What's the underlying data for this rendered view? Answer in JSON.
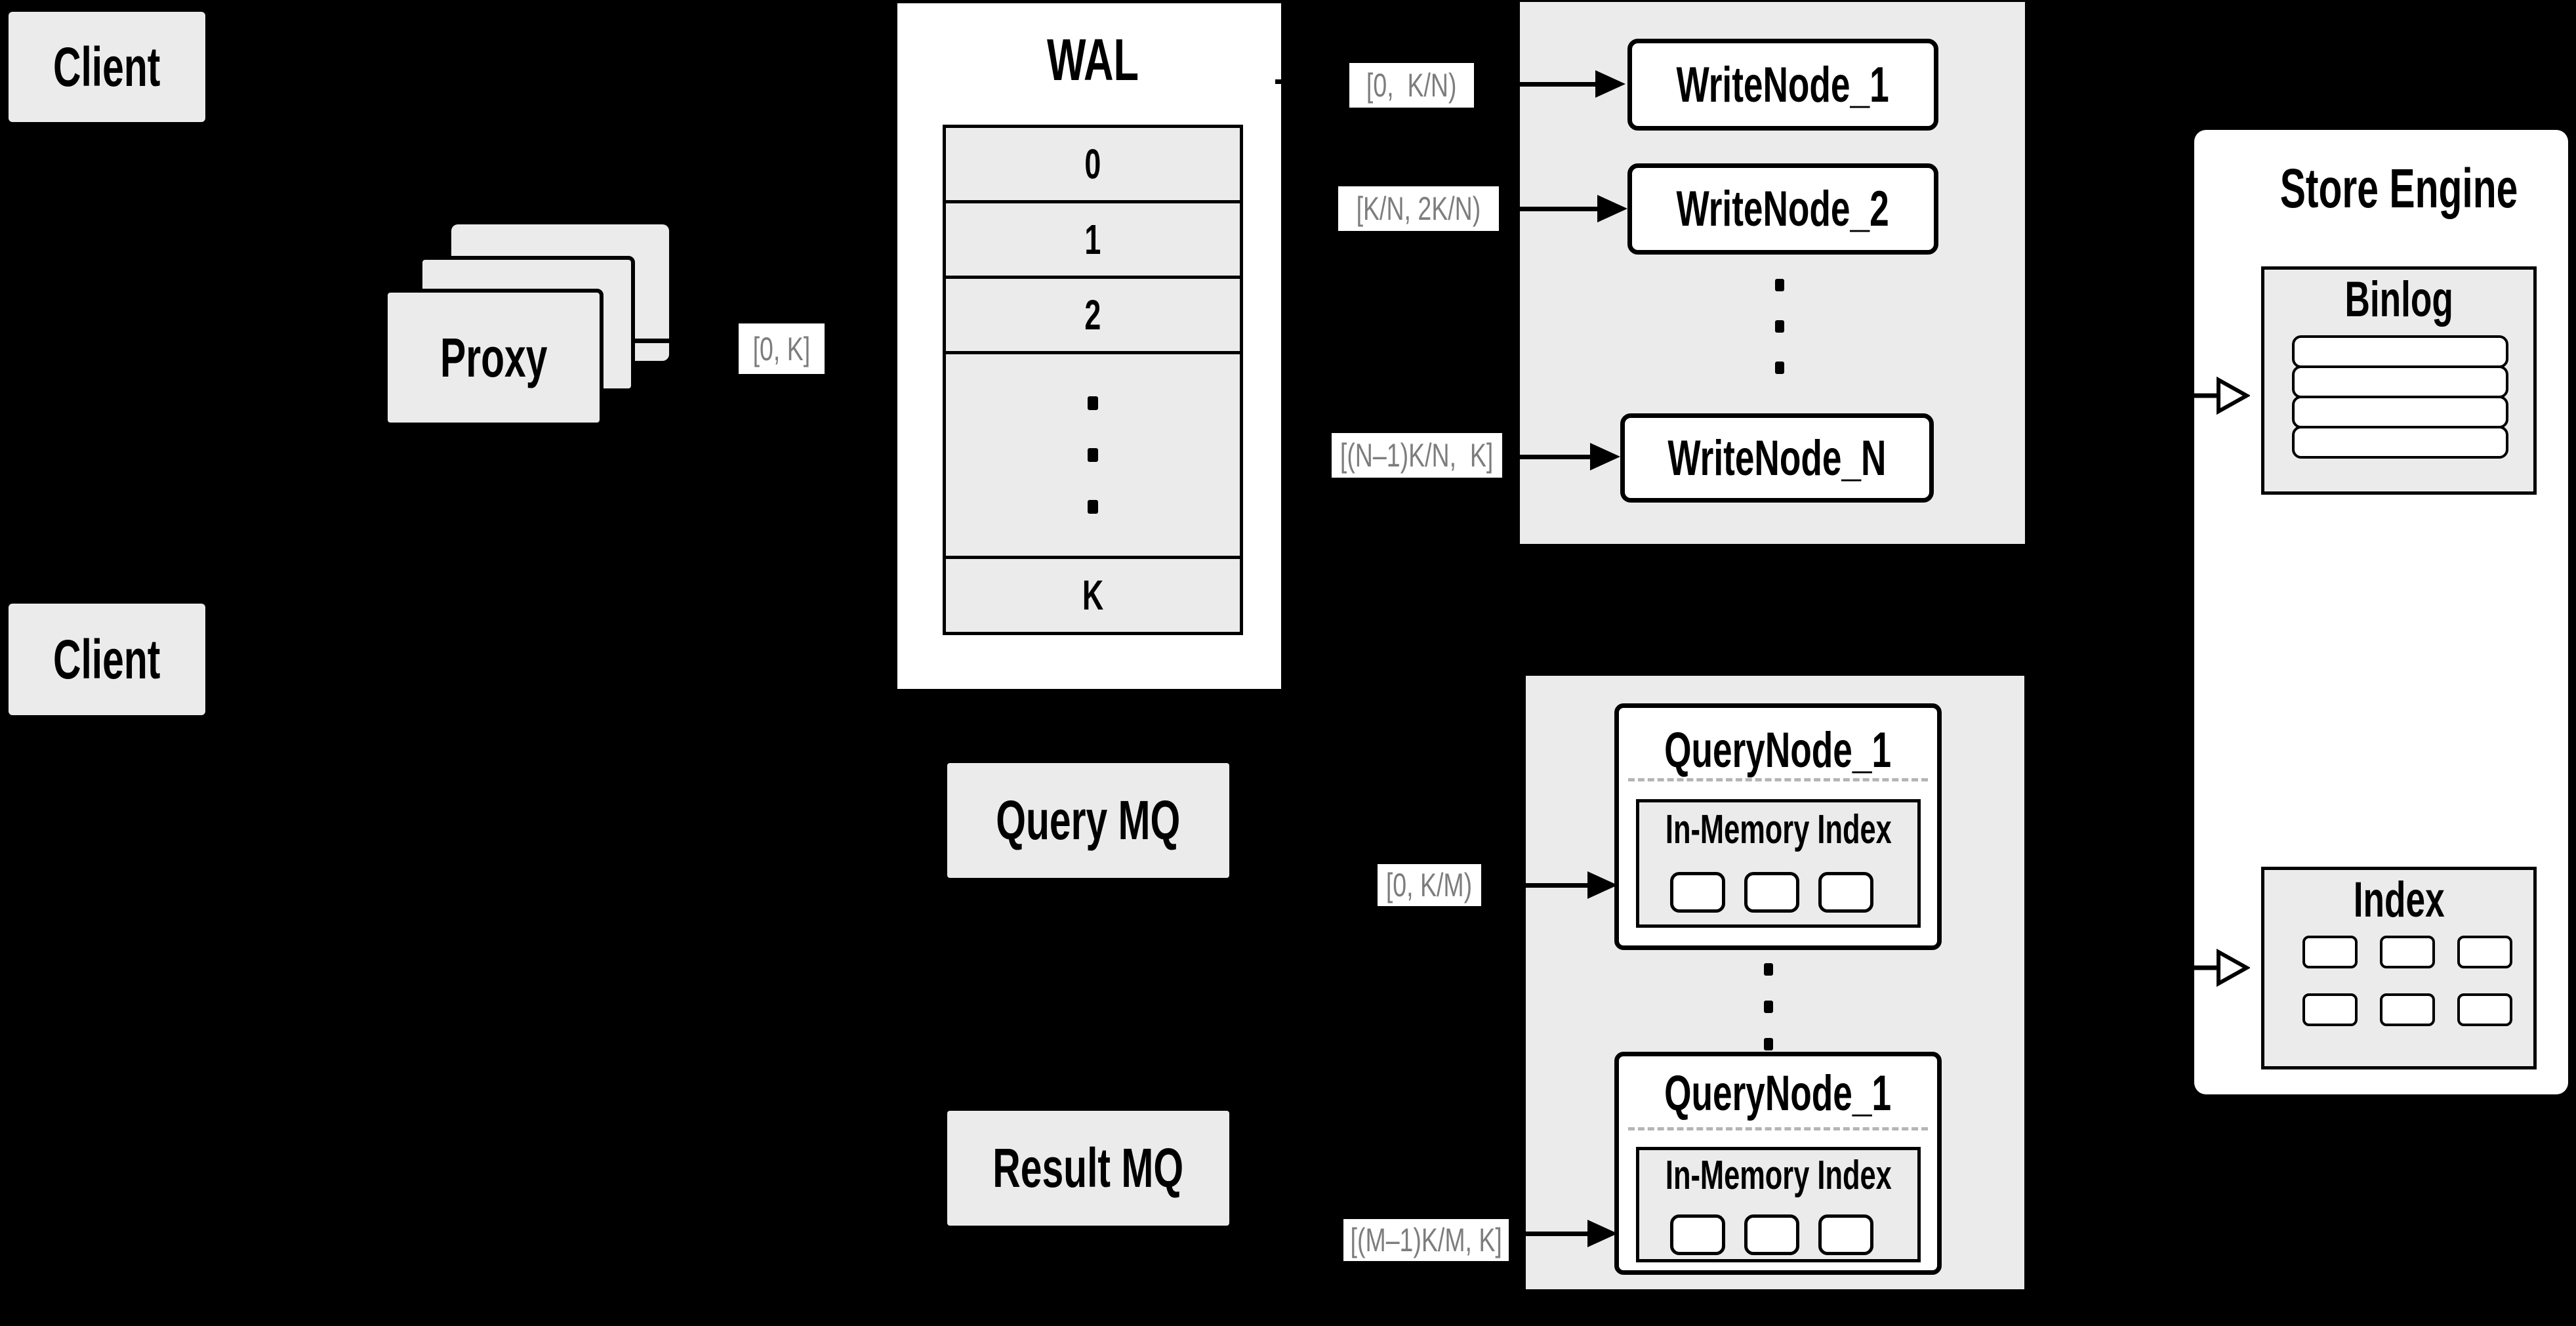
{
  "clients": {
    "top_label": "Client",
    "bottom_label": "Client"
  },
  "proxy": {
    "label": "Proxy",
    "stack_count": 3
  },
  "wal": {
    "title": "WAL",
    "rows": [
      {
        "label": "0"
      },
      {
        "label": "1"
      },
      {
        "label": "2"
      },
      {
        "dots": 3
      },
      {
        "label": "K"
      }
    ]
  },
  "ranges": {
    "proxy_to_wal": "[0, K]",
    "wal_to_write_1": "[0,  K/N)",
    "wal_to_write_2": "[K/N, 2K/N)",
    "wal_to_write_n": "[(N–1)K/N,  K]",
    "query_mq_to_query_1": "[0, K/M)",
    "query_mq_to_query_m": "[(M–1)K/M, K]"
  },
  "write_nodes": {
    "node_1": "WriteNode_1",
    "node_2": "WriteNode_2",
    "node_n": "WriteNode_N",
    "dots": 3
  },
  "store_engine": {
    "title": "Store Engine",
    "binlog": {
      "title": "Binlog",
      "row_count": 4
    },
    "index": {
      "title": "Index",
      "cell_count": 6
    }
  },
  "query_nodes": {
    "dots": 3,
    "node_top": {
      "title": "QueryNode_1",
      "inner_title": "In-Memory Index",
      "cell_count": 3
    },
    "node_bottom": {
      "title": "QueryNode_1",
      "inner_title": "In-Memory Index",
      "cell_count": 3
    }
  },
  "mq": {
    "query_label": "Query MQ",
    "result_label": "Result MQ"
  },
  "colors": {
    "background": "#000000",
    "box_gray": "#ebebeb",
    "box_white": "#ffffff",
    "border": "#000000",
    "range_label_text": "#7d7d7d",
    "dashed_divider": "#b5b5b5"
  }
}
